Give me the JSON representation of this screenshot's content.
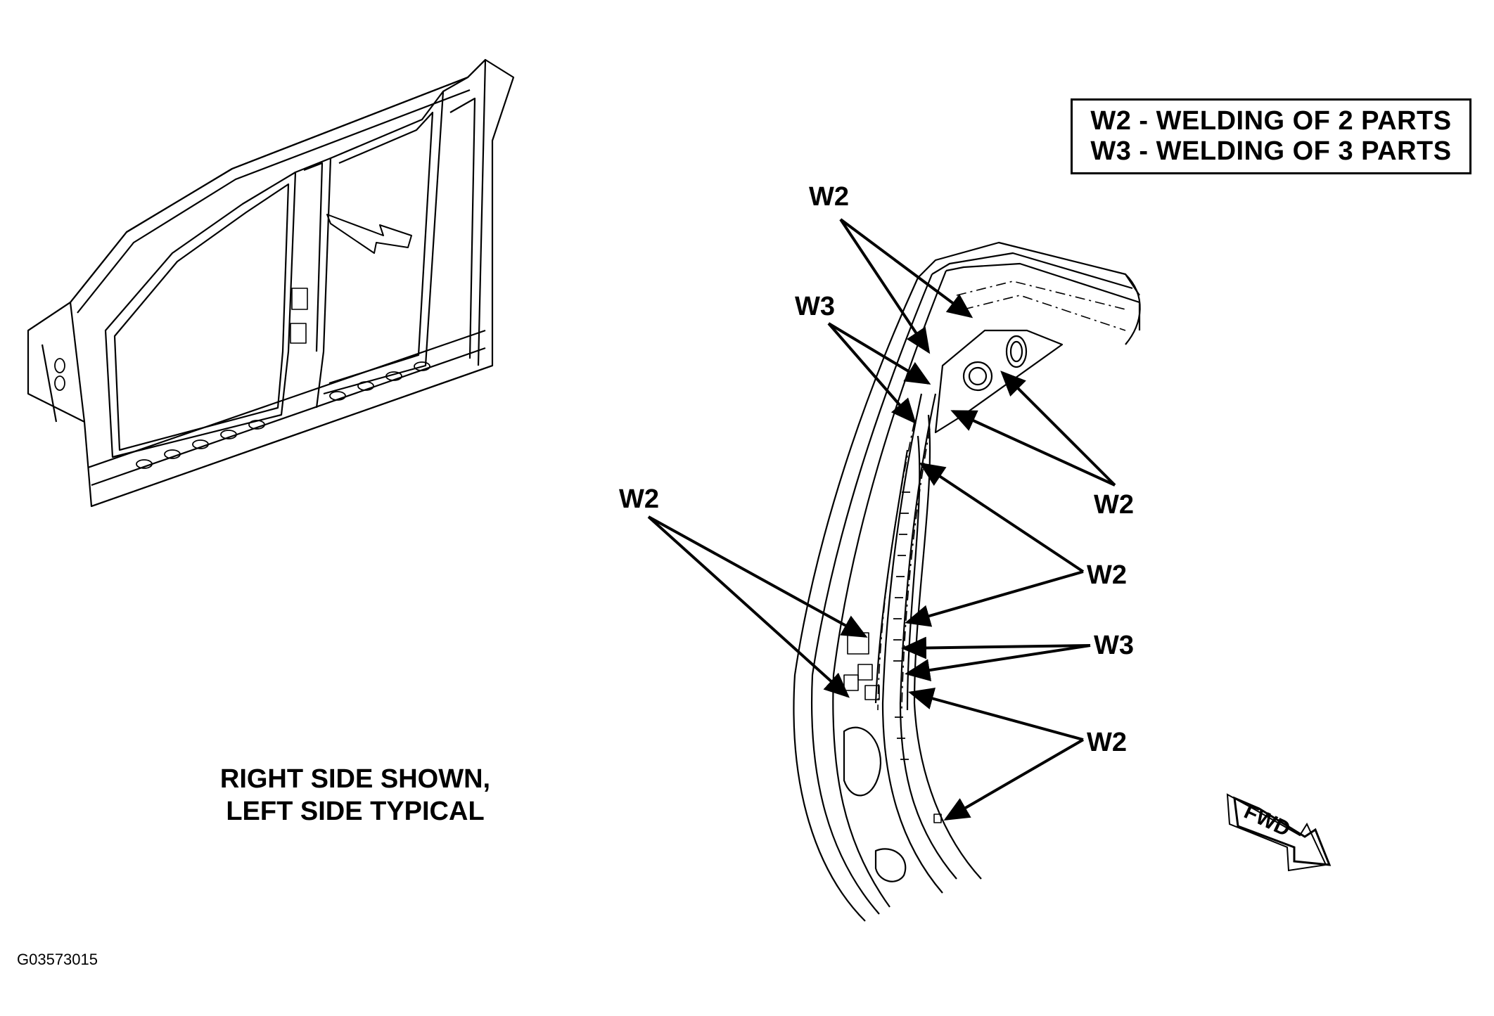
{
  "legend": {
    "line1": "W2 - WELDING OF 2 PARTS",
    "line2": "W3 - WELDING OF 3 PARTS"
  },
  "callouts": {
    "w2_top": "W2",
    "w3_top": "W3",
    "w2_right_upper": "W2",
    "w2_left_mid": "W2",
    "w2_right_mid": "W2",
    "w3_right_mid": "W3",
    "w2_right_lower": "W2"
  },
  "note": {
    "line1": "RIGHT SIDE SHOWN,",
    "line2": "LEFT SIDE TYPICAL"
  },
  "direction_label": "FWD",
  "figure_id": "G03573015",
  "colors": {
    "ink": "#000000",
    "paper": "#ffffff"
  }
}
